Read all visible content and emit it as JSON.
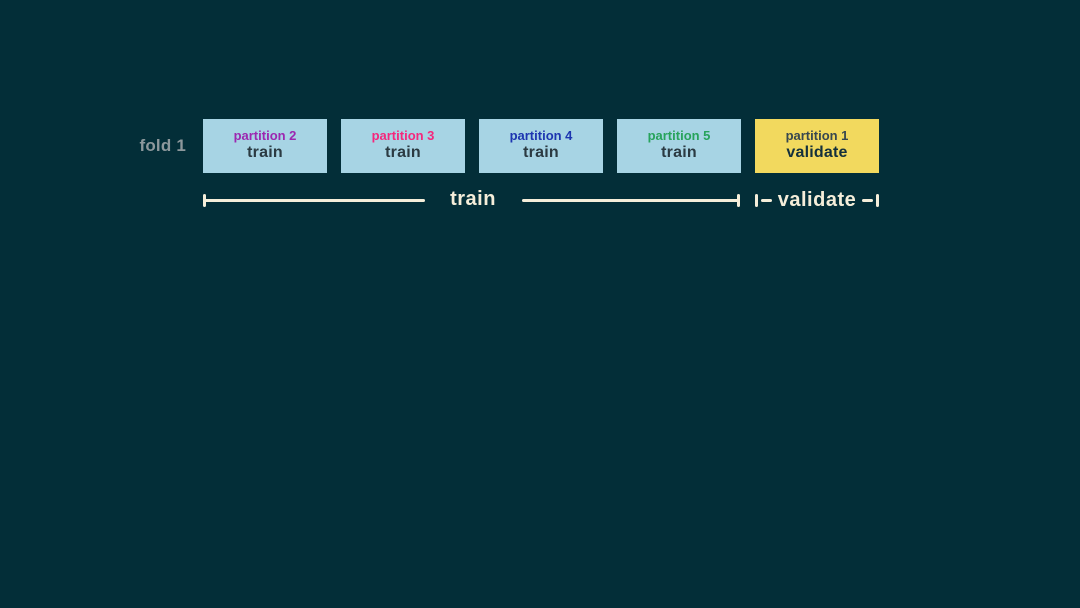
{
  "background_color": "#032e38",
  "fold_label": "fold 1",
  "fold_label_color": "#8d989c",
  "partitions": [
    {
      "name": "partition 2",
      "role": "train",
      "name_color": "#9c27b0",
      "box_color": "#a7d4e4",
      "role_color": "#2b3a42"
    },
    {
      "name": "partition 3",
      "role": "train",
      "name_color": "#f5277c",
      "box_color": "#a7d4e4",
      "role_color": "#2b3a42"
    },
    {
      "name": "partition 4",
      "role": "train",
      "name_color": "#1d35b0",
      "box_color": "#a7d4e4",
      "role_color": "#2b3a42"
    },
    {
      "name": "partition 5",
      "role": "train",
      "name_color": "#27a35b",
      "box_color": "#a7d4e4",
      "role_color": "#2b3a42"
    },
    {
      "name": "partition 1",
      "role": "validate",
      "name_color": "#37474f",
      "box_color": "#f2d95e",
      "role_color": "#14303c"
    }
  ],
  "brackets": {
    "train_label": "train",
    "validate_label": "validate",
    "line_color": "#f5eeda"
  }
}
